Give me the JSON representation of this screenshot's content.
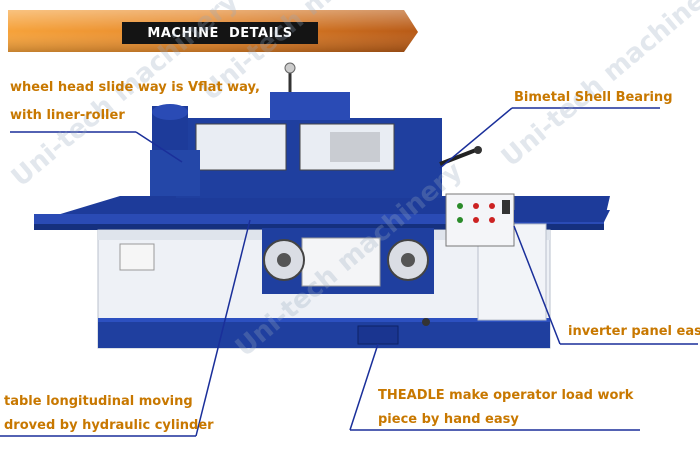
{
  "banner": {
    "title": "MACHINE  DETAILS"
  },
  "callouts": {
    "wheel_head_line1": "wheel head slide way is Vflat way,",
    "wheel_head_line2": "with liner-roller",
    "bimetal": "Bimetal Shell Bearing",
    "inverter": "inverter panel easy",
    "table_line1": "table longitudinal moving",
    "table_line2": "droved by hydraulic cylinder",
    "theadle_line1": "THEADLE make operator load work",
    "theadle_line2": "piece by hand easy"
  },
  "watermark": "Uni-tech machinery",
  "colors": {
    "machine_blue": "#1f3f9f",
    "machine_white": "#eef1f6",
    "callout_text": "#c87800",
    "leader_line": "#1a2f9a",
    "banner_orange": "#e58a2a"
  }
}
